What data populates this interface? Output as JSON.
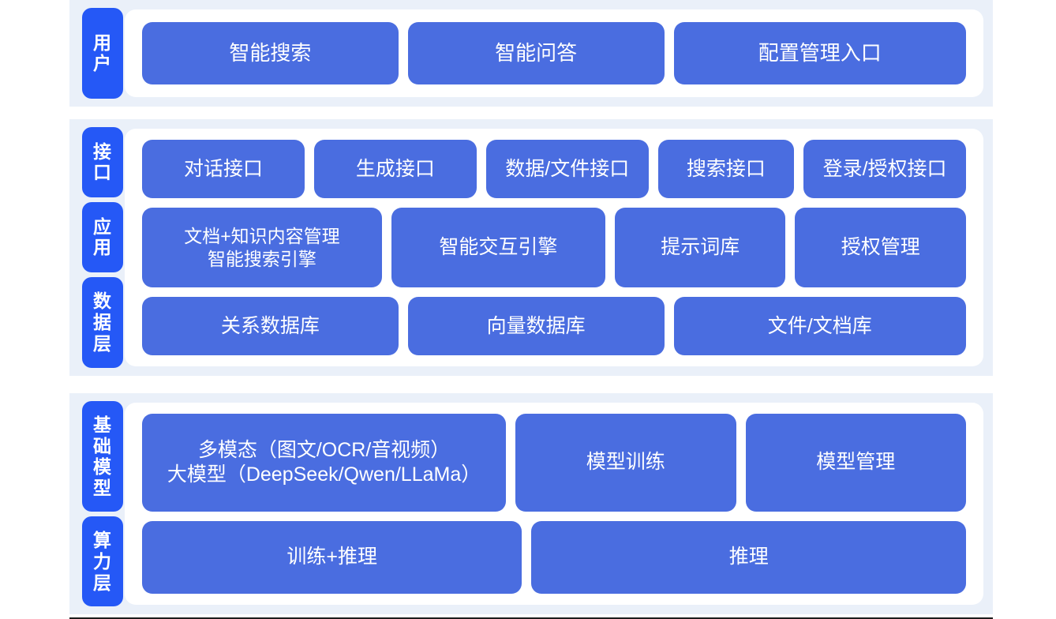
{
  "colors": {
    "band_background": "#eaf0f9",
    "card_background": "#ffffff",
    "node_blue": "#4a6de0",
    "label_tab_blue": "#2558f6",
    "node_text": "#ffffff",
    "page_background": "#ffffff"
  },
  "sections": [
    {
      "id": "user",
      "labels": [
        "用户"
      ],
      "rows": [
        {
          "id": "user-entries",
          "nodes": [
            {
              "label": "智能搜索"
            },
            {
              "label": "智能问答"
            },
            {
              "label": "配置管理入口"
            }
          ]
        }
      ]
    },
    {
      "id": "platform",
      "labels": [
        "接口",
        "应用",
        "数据层"
      ],
      "rows": [
        {
          "id": "interface-row",
          "nodes": [
            {
              "label": "对话接口"
            },
            {
              "label": "生成接口"
            },
            {
              "label": "数据/文件接口"
            },
            {
              "label": "搜索接口"
            },
            {
              "label": "登录/授权接口"
            }
          ]
        },
        {
          "id": "application-row",
          "nodes": [
            {
              "label": "文档+知识内容管理\n智能搜索引擎"
            },
            {
              "label": "智能交互引擎"
            },
            {
              "label": "提示词库"
            },
            {
              "label": "授权管理"
            }
          ]
        },
        {
          "id": "data-row",
          "nodes": [
            {
              "label": "关系数据库"
            },
            {
              "label": "向量数据库"
            },
            {
              "label": "文件/文档库"
            }
          ]
        }
      ]
    },
    {
      "id": "foundation",
      "labels": [
        "基础模型",
        "算力层"
      ],
      "rows": [
        {
          "id": "model-row",
          "nodes": [
            {
              "label": "多模态（图文/OCR/音视频）\n大模型（DeepSeek/Qwen/LLaMa）"
            },
            {
              "label": "模型训练"
            },
            {
              "label": "模型管理"
            }
          ]
        },
        {
          "id": "compute-row",
          "nodes": [
            {
              "label": "训练+推理"
            },
            {
              "label": "推理"
            }
          ]
        }
      ]
    }
  ]
}
